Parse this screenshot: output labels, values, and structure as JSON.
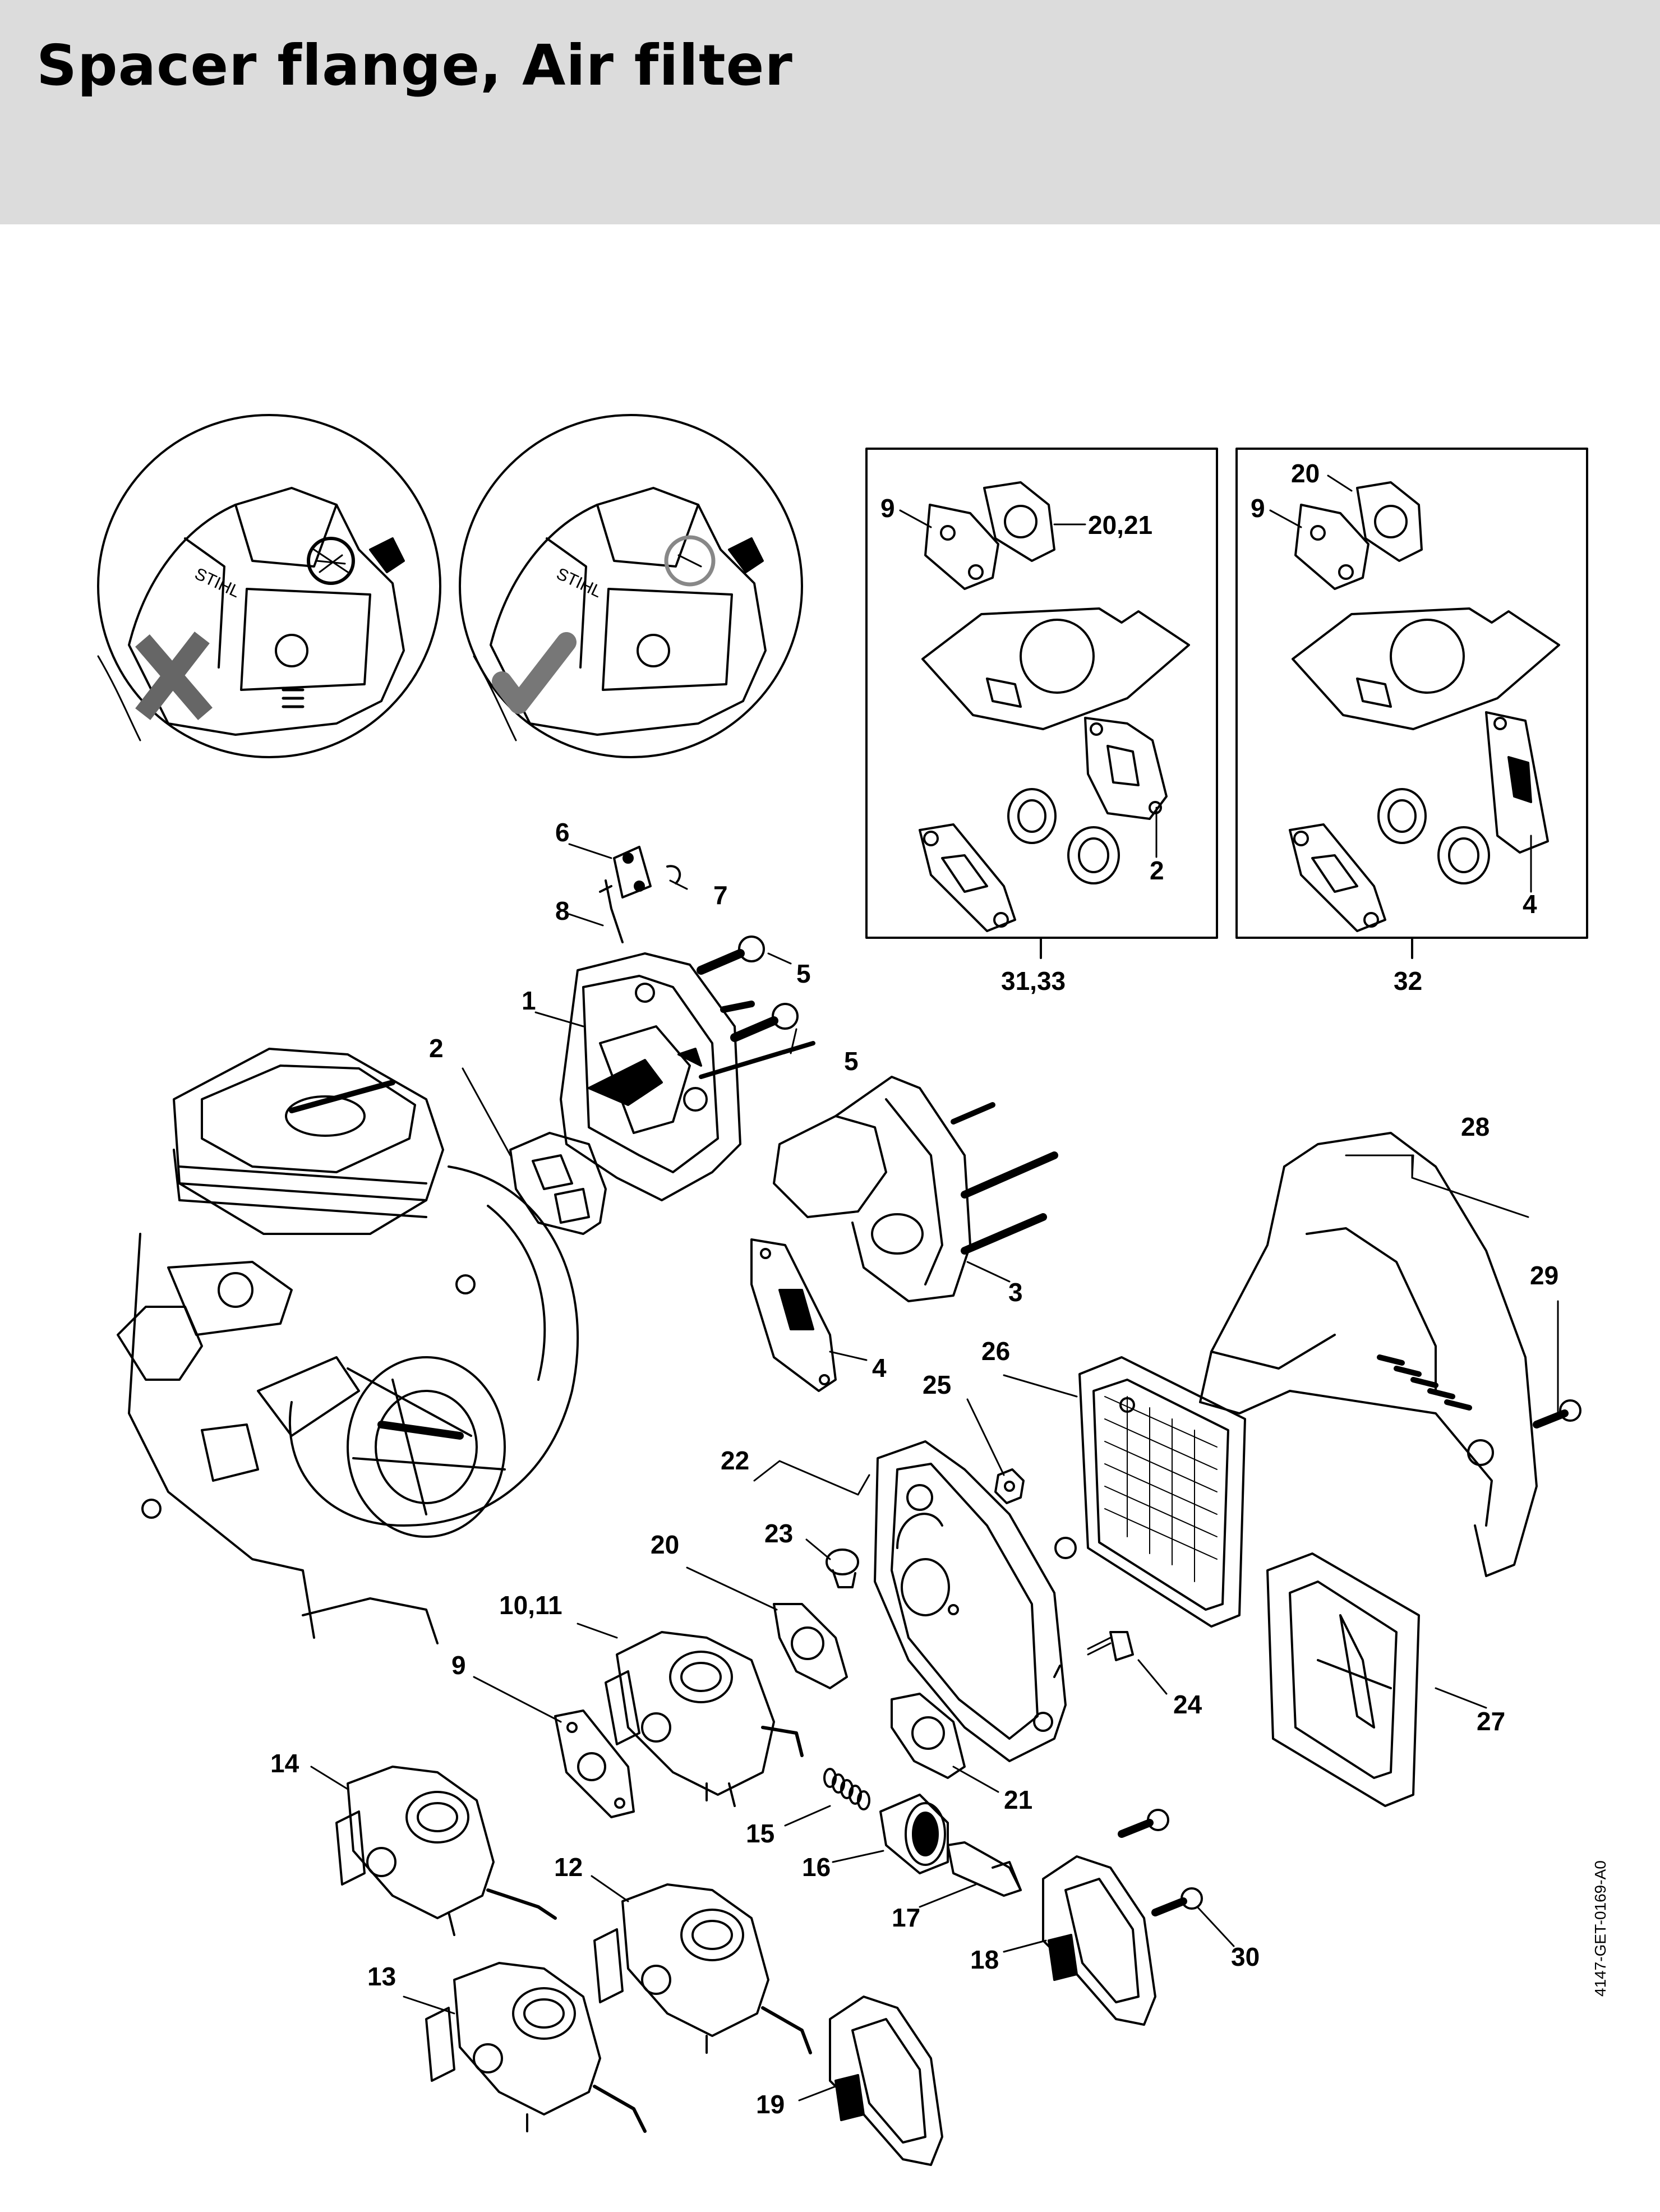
{
  "page": {
    "title": "Spacer flange, Air filter",
    "drawing_code": "4147-GET-0169-A0"
  },
  "icons": {
    "wrong": "cross-mark-icon",
    "right": "check-mark-icon"
  },
  "kit_boxes": [
    {
      "labels": [
        "9",
        "20,21",
        "2"
      ],
      "kit": "31,33"
    },
    {
      "labels": [
        "20",
        "9",
        "4"
      ],
      "kit": "32"
    }
  ],
  "callouts": [
    "6",
    "7",
    "8",
    "5",
    "1",
    "5",
    "2",
    "3",
    "4",
    "28",
    "29",
    "26",
    "25",
    "22",
    "23",
    "20",
    "10,11",
    "9",
    "14",
    "24",
    "27",
    "21",
    "15",
    "16",
    "12",
    "17",
    "18",
    "30",
    "13",
    "19"
  ]
}
